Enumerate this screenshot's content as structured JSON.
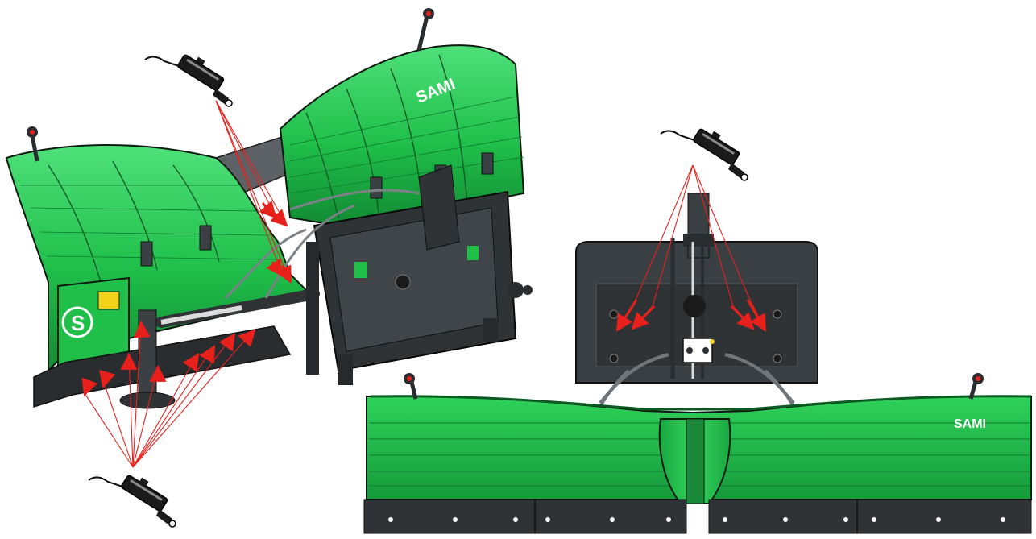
{
  "brand": {
    "left_blade_wordmark": "SAMI",
    "right_blade_wordmark": "SAMI",
    "side_logo_letter": "S"
  },
  "colors": {
    "blade_green": "#1fbf4a",
    "blade_green_dark": "#128a33",
    "blade_green_light": "#4fe07a",
    "frame_dark": "#2f3336",
    "frame_mid": "#4a5054",
    "rubber_edge": "#2a2d30",
    "arrow_red": "#e8201c",
    "outline": "#0d1a10"
  },
  "icons": {
    "grease_gun": "grease-gun-icon",
    "lubrication_arrow": "red-arrow"
  },
  "figure": {
    "lubrication_point_groups": 3
  }
}
